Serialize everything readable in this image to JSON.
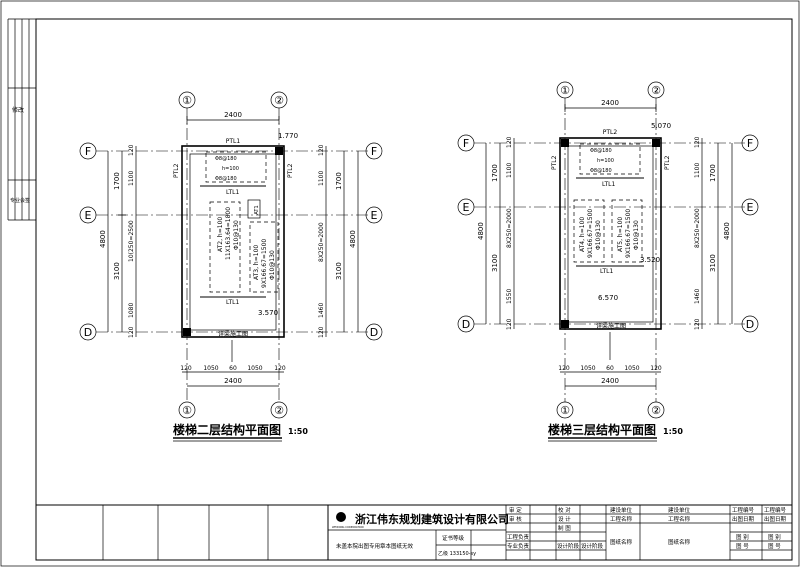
{
  "left_strip": {
    "label_1": "修改",
    "label_2": "专业会签"
  },
  "plan2": {
    "title": "楼梯二层结构平面图",
    "scale": "1:50",
    "axis_top": [
      "①",
      "②"
    ],
    "axis_bottom": [
      "①",
      "②"
    ],
    "axis_left": [
      "F",
      "E",
      "D"
    ],
    "axis_right": [
      "F",
      "E",
      "D"
    ],
    "dim_top": "2400",
    "dim_bottom_total": "2400",
    "dim_bottom_parts": [
      "120",
      "1050",
      "60",
      "1050",
      "120"
    ],
    "dim_left_total": "4800",
    "dim_left_parts": [
      "1700",
      "3100"
    ],
    "dim_left_inner": [
      "120",
      "1100",
      "10(250=2500",
      "1080",
      "120"
    ],
    "dim_right_total": "4800",
    "dim_right_parts": [
      "1700",
      "3100"
    ],
    "dim_right_inner": [
      "120",
      "1100",
      "8X250=2000",
      "1460",
      "120"
    ],
    "elev_top": "1.770",
    "elev_mid": "3.570",
    "beam_top": "PTL1",
    "beam_l_top": "LTL1",
    "beam_l_bot": "LTL1",
    "beam_side_left": "PTL2",
    "beam_side_right": "PTL2",
    "slab_rebar": [
      "Φ8@180",
      "h=100",
      "Φ8@180"
    ],
    "flight_left": [
      "AT2, h=100",
      "11X163.64=1800",
      "Φ10@130"
    ],
    "flight_right": [
      "AT3, h=100",
      "9X166.67=1500",
      "Φ10@130"
    ],
    "note": "详梁施工图",
    "tag": "AT1"
  },
  "plan3": {
    "title": "楼梯三层结构平面图",
    "scale": "1:50",
    "axis_top": [
      "①",
      "②"
    ],
    "axis_bottom": [
      "①",
      "②"
    ],
    "axis_left": [
      "F",
      "E",
      "D"
    ],
    "axis_right": [
      "F",
      "E",
      "D"
    ],
    "dim_top": "2400",
    "dim_bottom_total": "2400",
    "dim_bottom_parts": [
      "120",
      "1050",
      "60",
      "1050",
      "120"
    ],
    "dim_left_total": "4800",
    "dim_left_parts": [
      "1700",
      "3100"
    ],
    "dim_left_inner": [
      "120",
      "1100",
      "8X250=2000",
      "1550",
      "120"
    ],
    "dim_right_total": "4800",
    "dim_right_parts": [
      "1700",
      "3100"
    ],
    "dim_right_inner": [
      "120",
      "1100",
      "8X250=2000",
      "1460",
      "120"
    ],
    "elev_top": "5.070",
    "elev_mid": "3.520",
    "elev_low": "6.570",
    "beam_top": "PTL2",
    "beam_l_top": "LTL1",
    "beam_l_bot": "LTL1",
    "beam_side_left": "PTL2",
    "beam_side_right": "PTL2",
    "slab_rebar": [
      "Φ8@180",
      "h=100",
      "Φ8@180"
    ],
    "flight_left": [
      "AT4, h=100",
      "9X166.67=1500",
      "Φ10@130"
    ],
    "flight_right": [
      "AT5, h=100",
      "9X166.67=1500",
      "Φ10@130"
    ],
    "note": "详梁施工图"
  },
  "title_block": {
    "company": "浙江伟东规划建筑设计有限公司",
    "logo_text": "WEIDONG CORPORATION",
    "cert_label": "证书等级",
    "cert_value": "乙级 133150-sy",
    "note": "未盖本院出图专用章本图纸无效",
    "approve": "审 定",
    "review": "审 核",
    "proj_lead": "工程负责",
    "spec_lead": "专业负责",
    "check": "校 对",
    "design": "设 计",
    "draw": "制 图",
    "phase": "设计阶段",
    "phase_val": "设计阶段",
    "client_label": "建设单位",
    "client_val": "建设单位",
    "proj_name_label": "工程名称",
    "proj_name_val": "工程名称",
    "drawing_name_label": "图纸名称",
    "drawing_name_val": "图纸名称",
    "proj_no_label": "工程编号",
    "proj_no_val": "工程编号",
    "date_label": "出图日期",
    "date_val": "出图日期",
    "sheet_label": "图 别",
    "sheet_val": "图 别",
    "num_label": "图 号",
    "num_val": "图 号"
  }
}
